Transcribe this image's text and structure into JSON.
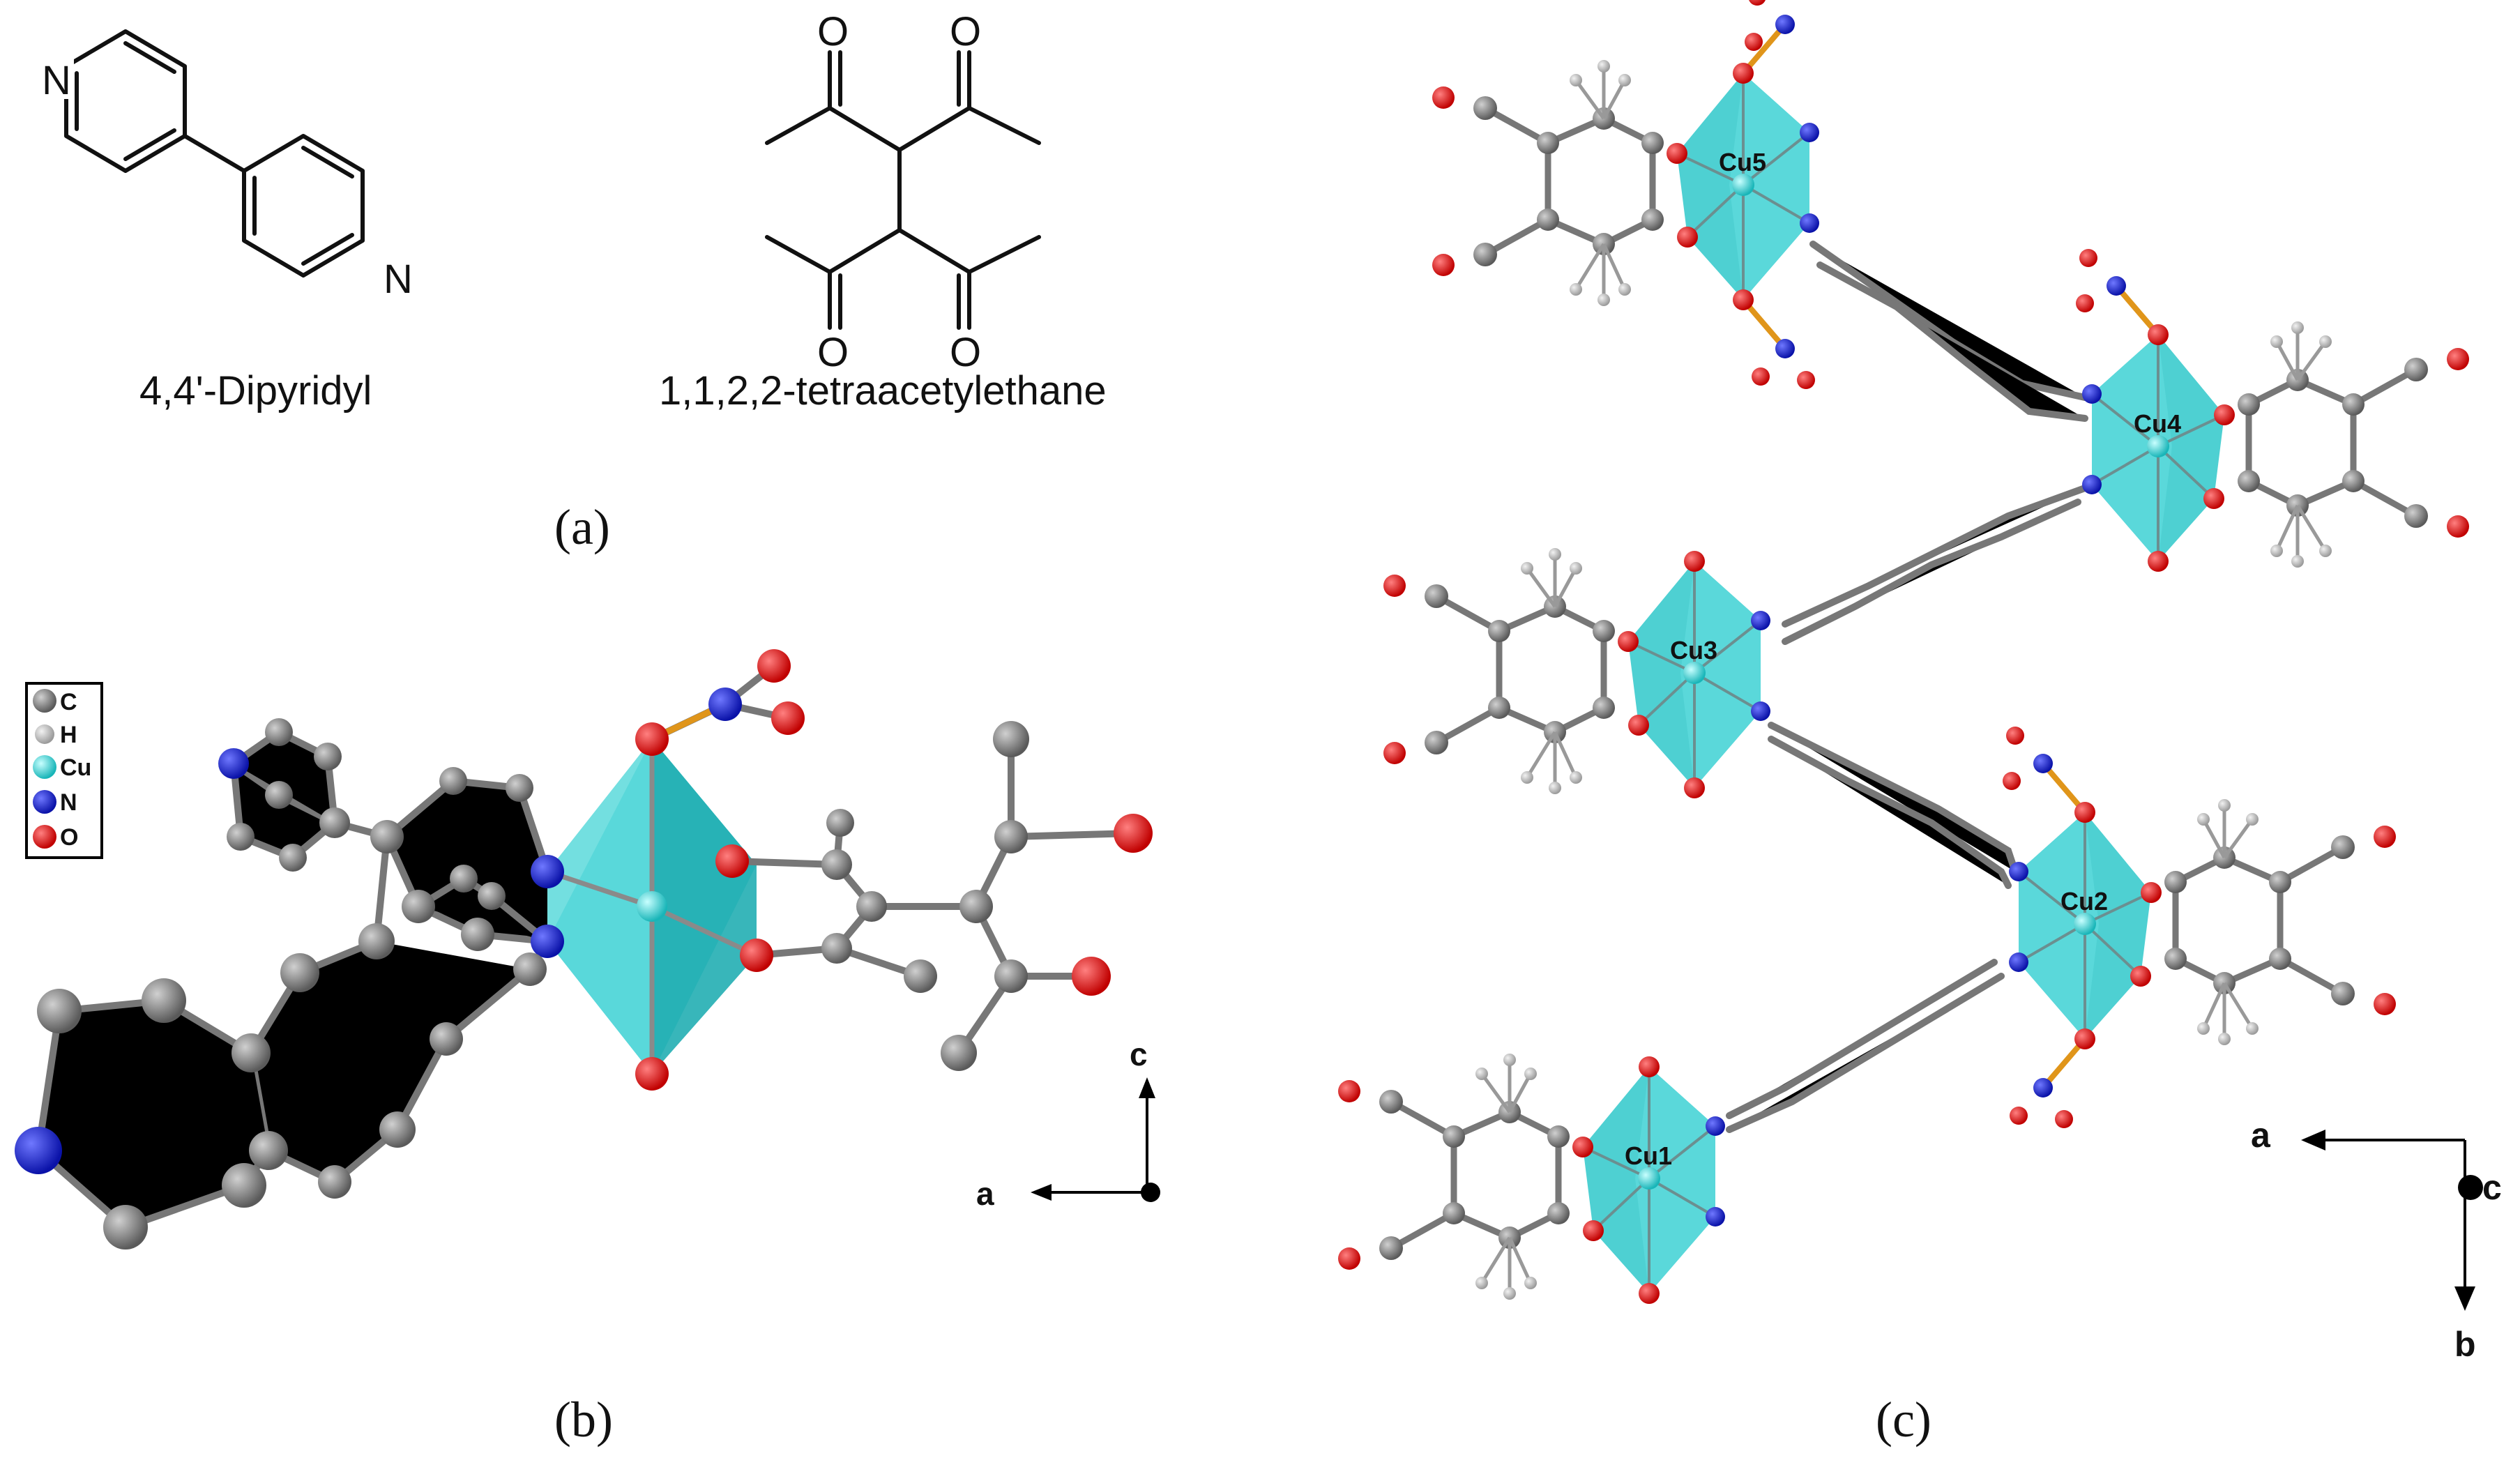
{
  "panels": {
    "a": {
      "label": "(a)",
      "molecule_left": {
        "name": "4,4'-Dipyridyl",
        "atom_label": "N"
      },
      "molecule_right": {
        "name": "1,1,2,2-tetraacetylethane",
        "atom_label": "O"
      }
    },
    "b": {
      "label": "(b)",
      "legend": [
        "C",
        "H",
        "Cu",
        "N",
        "O"
      ],
      "axes": {
        "vertical": "c",
        "horizontal": "a"
      }
    },
    "c": {
      "label": "(c)",
      "copper_labels": [
        "Cu5",
        "Cu4",
        "Cu3",
        "Cu2",
        "Cu1"
      ],
      "axes": {
        "horizontal": "a",
        "vertical": "b",
        "out_of_plane": "c"
      }
    }
  },
  "colors": {
    "carbon": "#6e6e6e",
    "hydrogen": "#b0b0b0",
    "copper": "#2ed3d3",
    "nitrogen": "#0a12c8",
    "oxygen": "#e01010",
    "polyhedron": "#36c9cc",
    "nitrate_bond": "#e0951a"
  }
}
